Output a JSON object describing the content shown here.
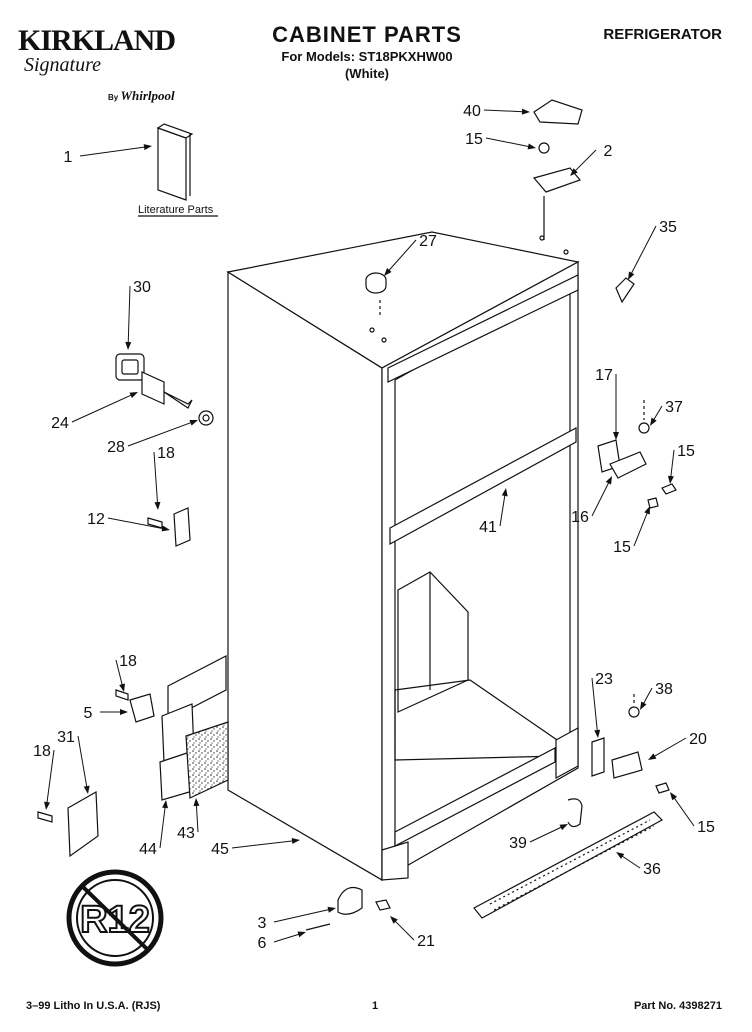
{
  "header": {
    "brand_name": "KIRKLAND",
    "brand_signature": "Signature",
    "brand_by": "By",
    "brand_maker": "Whirlpool",
    "title": "CABINET PARTS",
    "subtitle": "For Models: ST18PKXHW00",
    "model_color": "(White)",
    "category": "REFRIGERATOR"
  },
  "diagram": {
    "literature_label": "Literature Parts",
    "stamp_text": "R12",
    "callouts": [
      {
        "id": "1",
        "label": "1"
      },
      {
        "id": "40",
        "label": "40"
      },
      {
        "id": "15a",
        "label": "15"
      },
      {
        "id": "2",
        "label": "2"
      },
      {
        "id": "27",
        "label": "27"
      },
      {
        "id": "35",
        "label": "35"
      },
      {
        "id": "30",
        "label": "30"
      },
      {
        "id": "24",
        "label": "24"
      },
      {
        "id": "28",
        "label": "28"
      },
      {
        "id": "18a",
        "label": "18"
      },
      {
        "id": "12",
        "label": "12"
      },
      {
        "id": "17",
        "label": "17"
      },
      {
        "id": "37",
        "label": "37"
      },
      {
        "id": "15b",
        "label": "15"
      },
      {
        "id": "16",
        "label": "16"
      },
      {
        "id": "15c",
        "label": "15"
      },
      {
        "id": "41",
        "label": "41"
      },
      {
        "id": "18b",
        "label": "18"
      },
      {
        "id": "5",
        "label": "5"
      },
      {
        "id": "23",
        "label": "23"
      },
      {
        "id": "38",
        "label": "38"
      },
      {
        "id": "20",
        "label": "20"
      },
      {
        "id": "18c",
        "label": "18"
      },
      {
        "id": "31",
        "label": "31"
      },
      {
        "id": "15d",
        "label": "15"
      },
      {
        "id": "39",
        "label": "39"
      },
      {
        "id": "44",
        "label": "44"
      },
      {
        "id": "43",
        "label": "43"
      },
      {
        "id": "45",
        "label": "45"
      },
      {
        "id": "36",
        "label": "36"
      },
      {
        "id": "3",
        "label": "3"
      },
      {
        "id": "6",
        "label": "6"
      },
      {
        "id": "21",
        "label": "21"
      }
    ]
  },
  "footer": {
    "litho": "3–99 Litho In U.S.A. (RJS)",
    "page_number": "1",
    "part_number": "Part No. 4398271"
  }
}
